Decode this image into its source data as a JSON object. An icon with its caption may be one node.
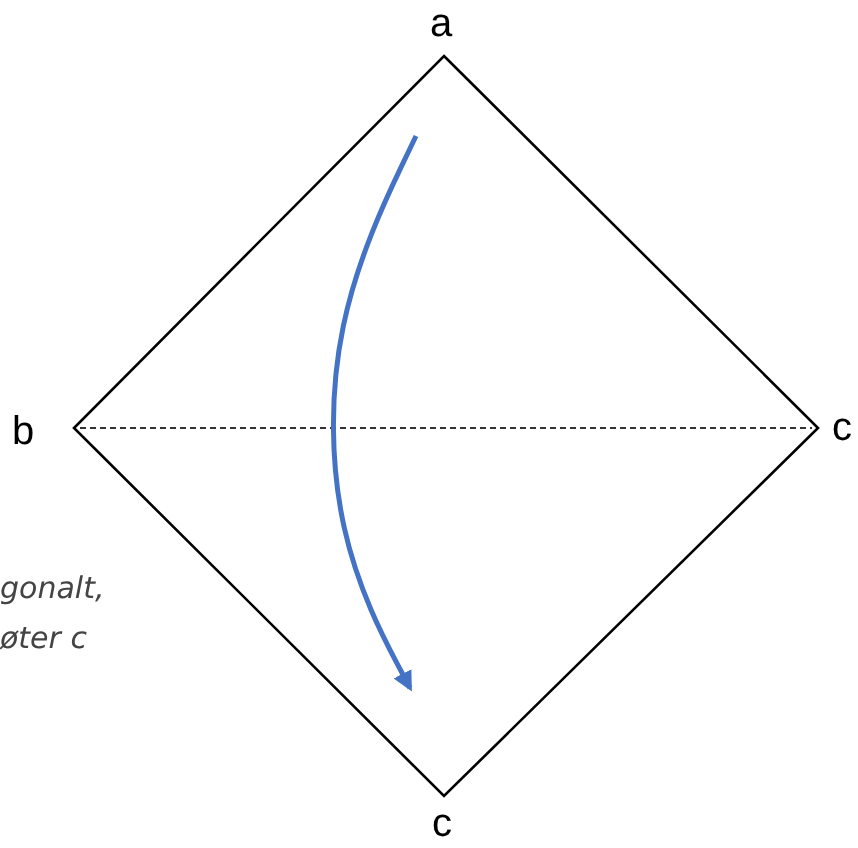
{
  "diagram": {
    "nodes": [
      {
        "text": [],
        "shape": "diamond"
      }
    ],
    "labels": [
      "a",
      "b",
      "c",
      "c",
      "gonalt, øter c"
    ]
  }
}
